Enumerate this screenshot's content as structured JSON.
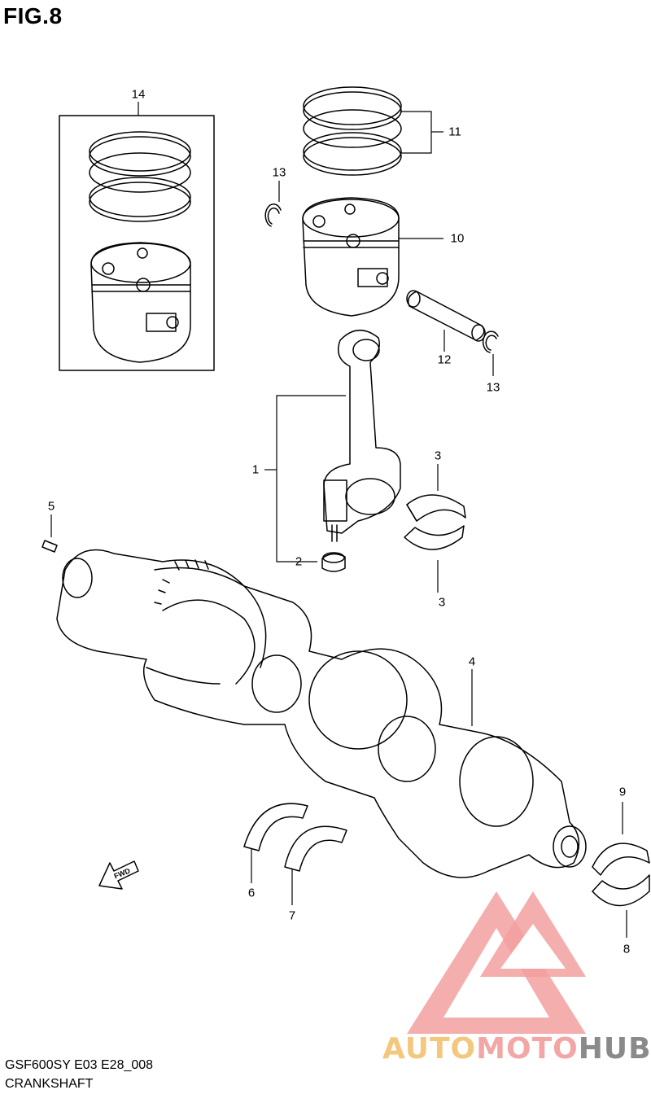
{
  "figure_title": "FIG.8",
  "callouts": [
    {
      "id": "c14",
      "label": "14"
    },
    {
      "id": "c11",
      "label": "11"
    },
    {
      "id": "c13a",
      "label": "13"
    },
    {
      "id": "c10",
      "label": "10"
    },
    {
      "id": "c12",
      "label": "12"
    },
    {
      "id": "c13b",
      "label": "13"
    },
    {
      "id": "c1",
      "label": "1"
    },
    {
      "id": "c3a",
      "label": "3"
    },
    {
      "id": "c5",
      "label": "5"
    },
    {
      "id": "c2",
      "label": "2"
    },
    {
      "id": "c3b",
      "label": "3"
    },
    {
      "id": "c4",
      "label": "4"
    },
    {
      "id": "c9",
      "label": "9"
    },
    {
      "id": "c6",
      "label": "6"
    },
    {
      "id": "c7",
      "label": "7"
    },
    {
      "id": "c8",
      "label": "8"
    }
  ],
  "fwd_label": "FWD",
  "footer": {
    "code": "GSF600SY E03 E28_008",
    "name": "CRANKSHAFT"
  },
  "watermark": {
    "part1": "AUTO",
    "part2": "MOTO",
    "part3": "HUB",
    "colors": {
      "auto": "#f4c77e",
      "moto": "#f3a6a6",
      "hub": "#8a8a8a",
      "logo": "#f08080"
    }
  }
}
